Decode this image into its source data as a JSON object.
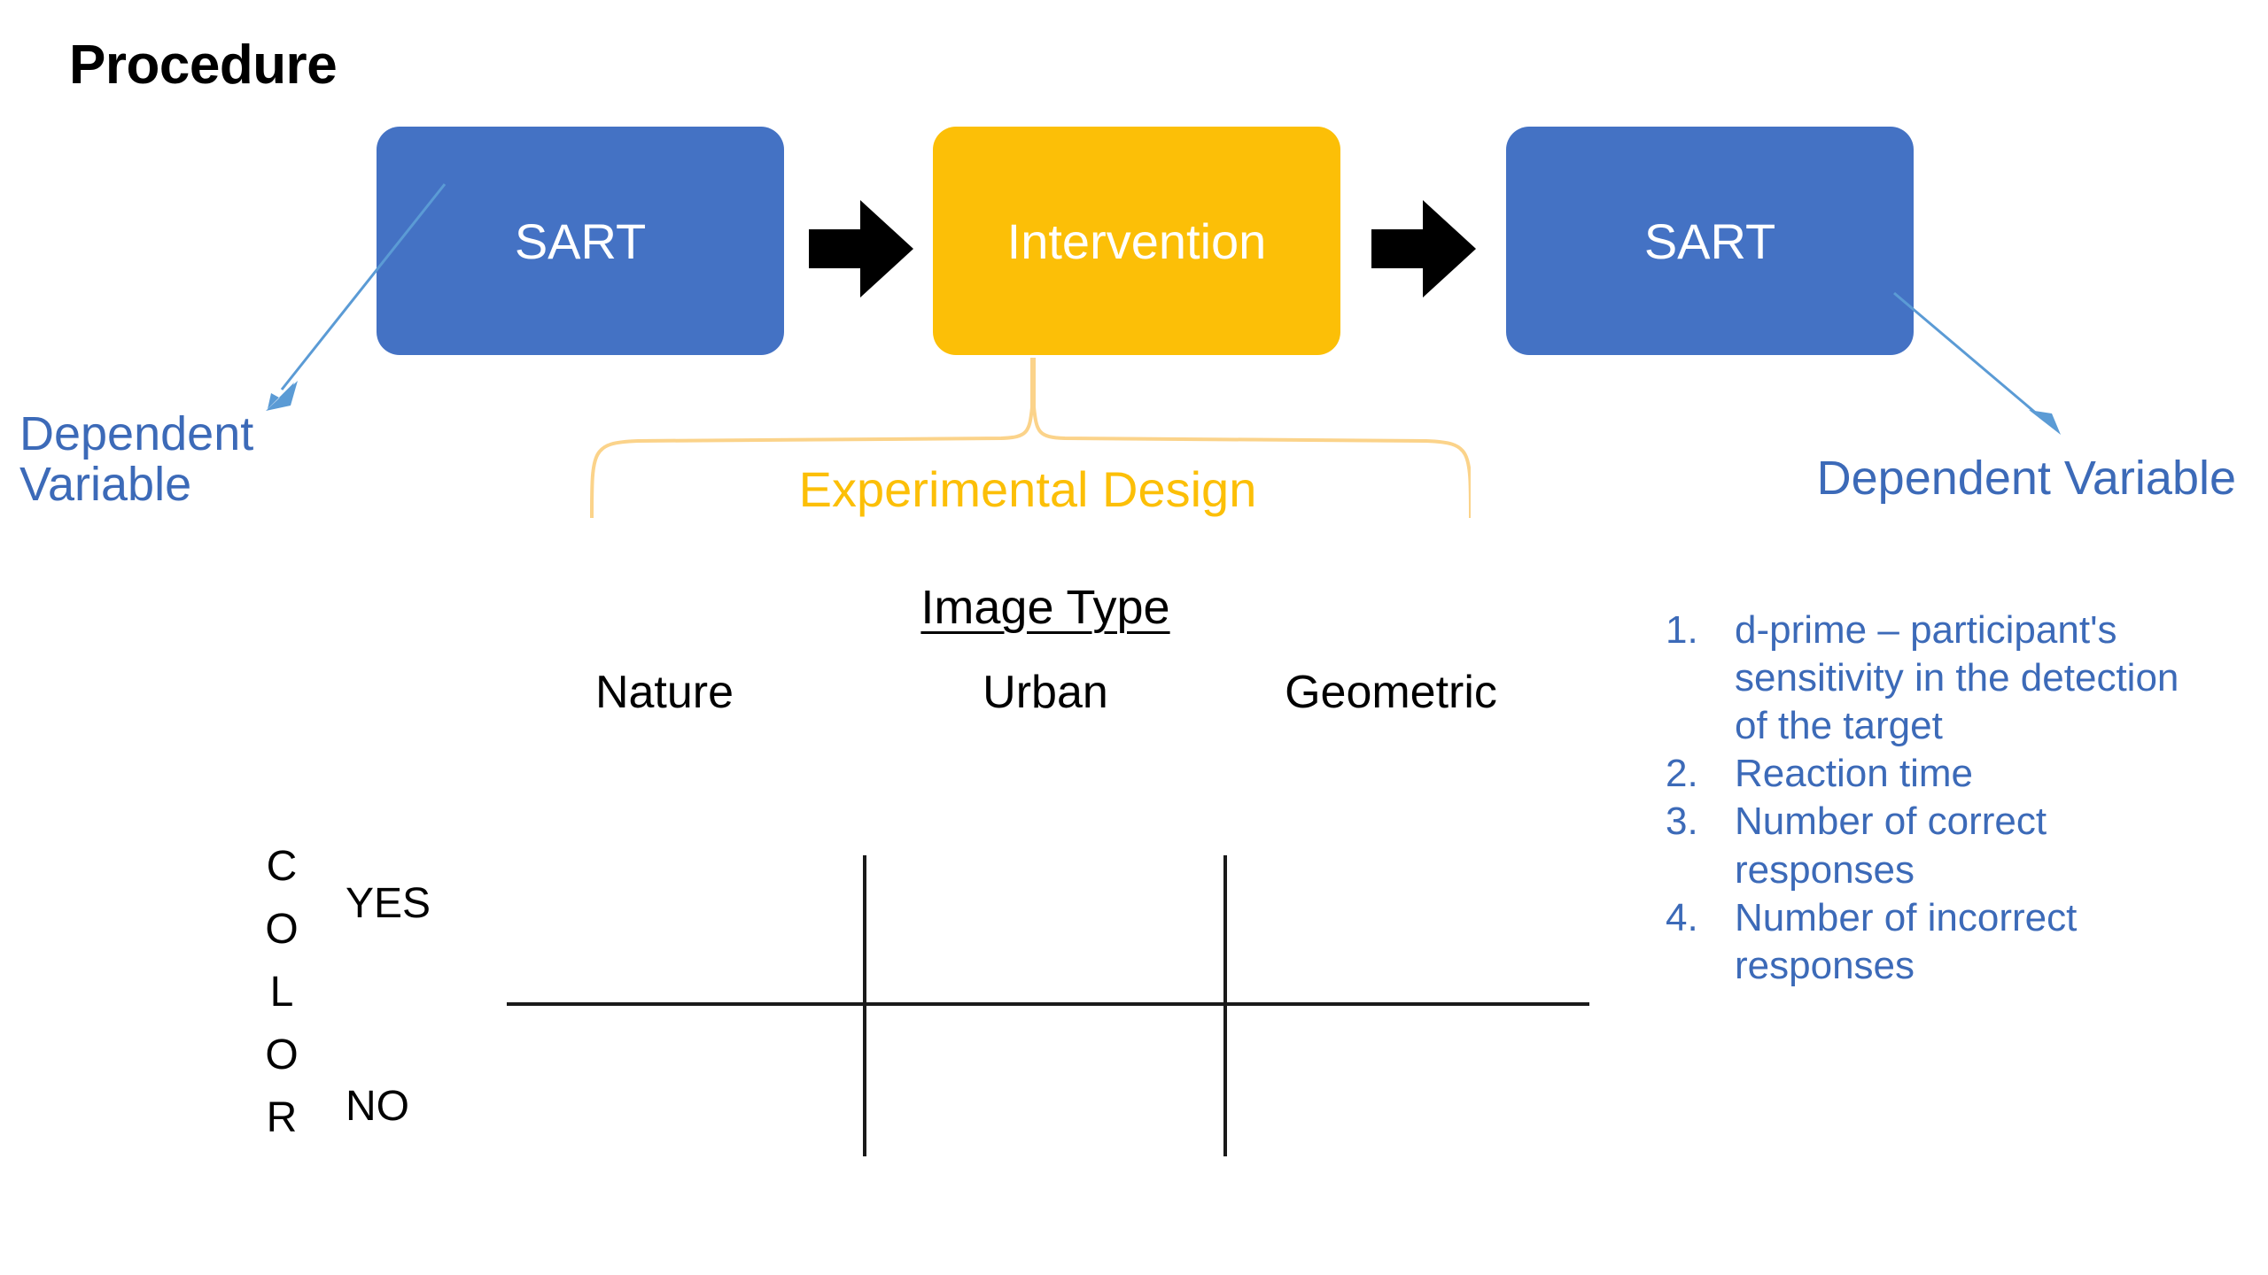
{
  "slide": {
    "title": "Procedure",
    "background_color": "#FFFFFF"
  },
  "colors": {
    "blue_box": "#4472C4",
    "amber_box": "#FCBF07",
    "blue_text": "#3C6AB8",
    "amber_text": "#FCBF07",
    "black": "#000000",
    "arrow_black": "#000000",
    "thin_arrow_blue": "#5B9BD5"
  },
  "flow": {
    "steps": [
      {
        "label": "SART",
        "color": "#4472C4"
      },
      {
        "label": "Intervention",
        "color": "#FCBF07"
      },
      {
        "label": "SART",
        "color": "#4472C4"
      }
    ],
    "connector_icon": "right-block-arrow-icon"
  },
  "annotations": {
    "dependent_variable_left": "Dependent Variable",
    "dependent_variable_right": "Dependent Variable",
    "experimental_design": "Experimental Design",
    "brace_icon": "curly-brace-up-icon",
    "pointer_icon": "thin-arrow-icon"
  },
  "design_table": {
    "column_group_heading": "Image Type",
    "columns": [
      "Nature",
      "Urban",
      "Geometric"
    ],
    "row_group_heading": "COLOR",
    "row_group_letters": [
      "C",
      "O",
      "L",
      "O",
      "R"
    ],
    "rows": [
      "YES",
      "NO"
    ]
  },
  "dependent_variables": {
    "items": [
      {
        "number": "1.",
        "text": "d-prime – participant's sensitivity in the detection of the target"
      },
      {
        "number": "2.",
        "text": "Reaction time"
      },
      {
        "number": "3.",
        "text": "Number of correct responses"
      },
      {
        "number": "4.",
        "text": "Number of incorrect responses"
      }
    ]
  }
}
